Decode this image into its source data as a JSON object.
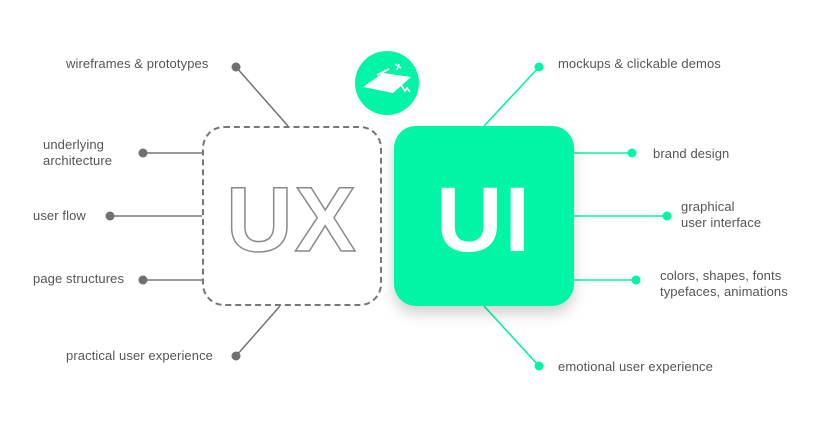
{
  "colors": {
    "accent": "#00f5a6",
    "grey_line": "#777777",
    "grey_dot": "#707070",
    "text": "#555555"
  },
  "ux": {
    "title": "UX",
    "items": [
      "wireframes & prototypes",
      "underlying\narchitecture",
      "user flow",
      "page structures",
      "practical user experience"
    ]
  },
  "ui": {
    "title": "UI",
    "items": [
      "mockups & clickable demos",
      "brand design",
      "graphical\nuser interface",
      "colors, shapes, fonts\ntypefaces, animations",
      "emotional user experience"
    ]
  },
  "badge": {
    "icon": "design-tools-icon"
  }
}
